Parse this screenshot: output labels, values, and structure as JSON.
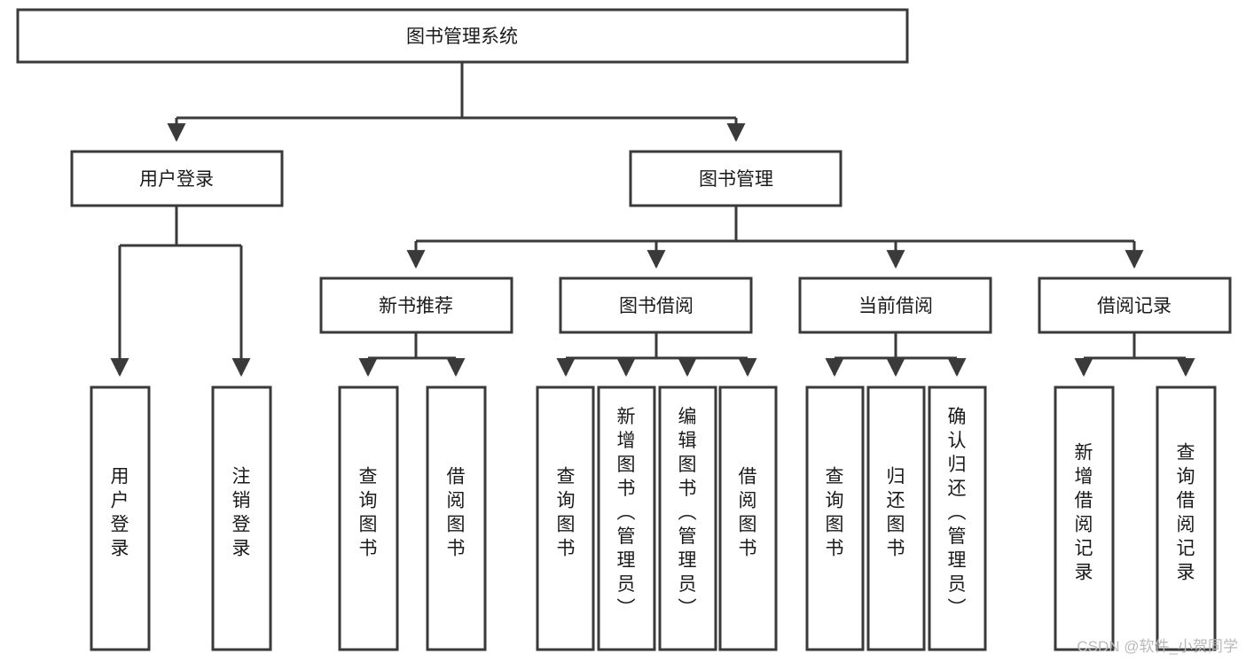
{
  "diagram": {
    "type": "tree",
    "title": "图书管理系统",
    "root": {
      "label": "图书管理系统"
    },
    "level2": [
      {
        "label": "用户登录"
      },
      {
        "label": "图书管理"
      }
    ],
    "level3": [
      {
        "label": "新书推荐"
      },
      {
        "label": "图书借阅"
      },
      {
        "label": "当前借阅"
      },
      {
        "label": "借阅记录"
      }
    ],
    "leaves": {
      "user_login": [
        {
          "label": "用户登录"
        },
        {
          "label": "注销登录"
        }
      ],
      "new_book_recommend": [
        {
          "label": "查询图书"
        },
        {
          "label": "借阅图书"
        }
      ],
      "book_borrow": [
        {
          "label": "查询图书"
        },
        {
          "label": "新增图书（管理员）"
        },
        {
          "label": "编辑图书（管理员）"
        },
        {
          "label": "借阅图书"
        }
      ],
      "current_borrow": [
        {
          "label": "查询图书"
        },
        {
          "label": "归还图书"
        },
        {
          "label": "确认归还（管理员）"
        }
      ],
      "borrow_record": [
        {
          "label": "新增借阅记录"
        },
        {
          "label": "查询借阅记录"
        }
      ]
    }
  },
  "watermark": {
    "text": "CSDN @软件_小贺同学"
  },
  "colors": {
    "stroke": "#3a3a3a",
    "fill": "#ffffff",
    "text": "#1a1a1a",
    "watermark": "#b9b9b9",
    "background": "#ffffff"
  }
}
